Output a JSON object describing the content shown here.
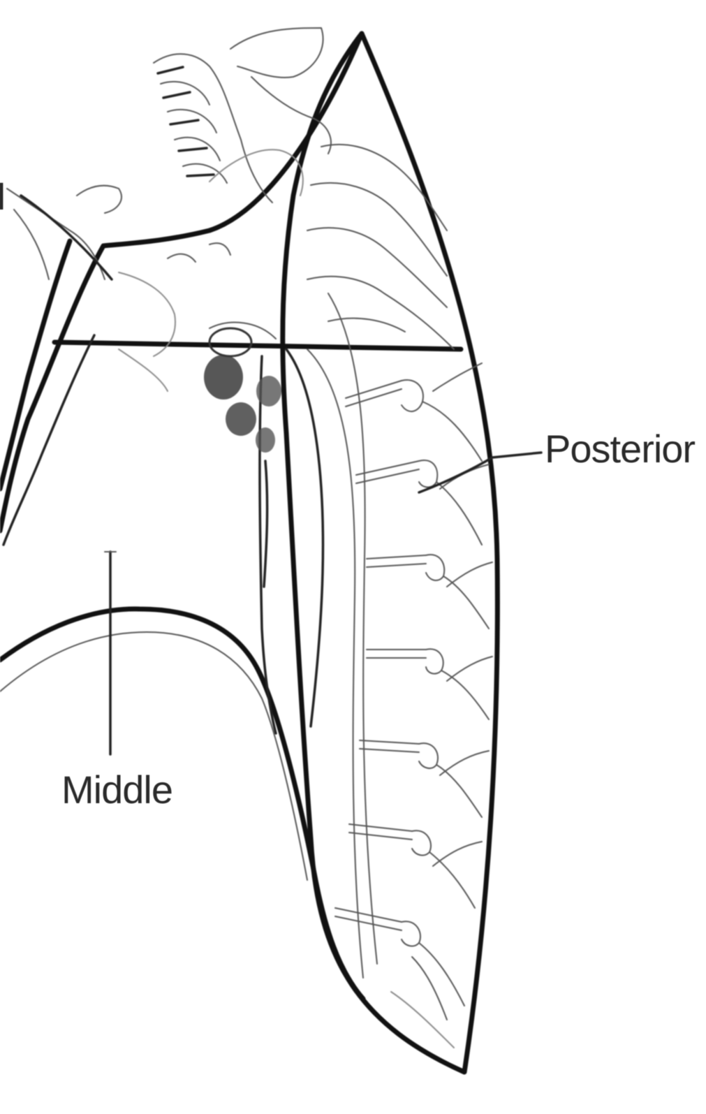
{
  "labels": {
    "left_cut": "I",
    "posterior": "Posterior",
    "middle": "Middle"
  },
  "colors": {
    "ink": "#111111",
    "background": "#ffffff"
  }
}
